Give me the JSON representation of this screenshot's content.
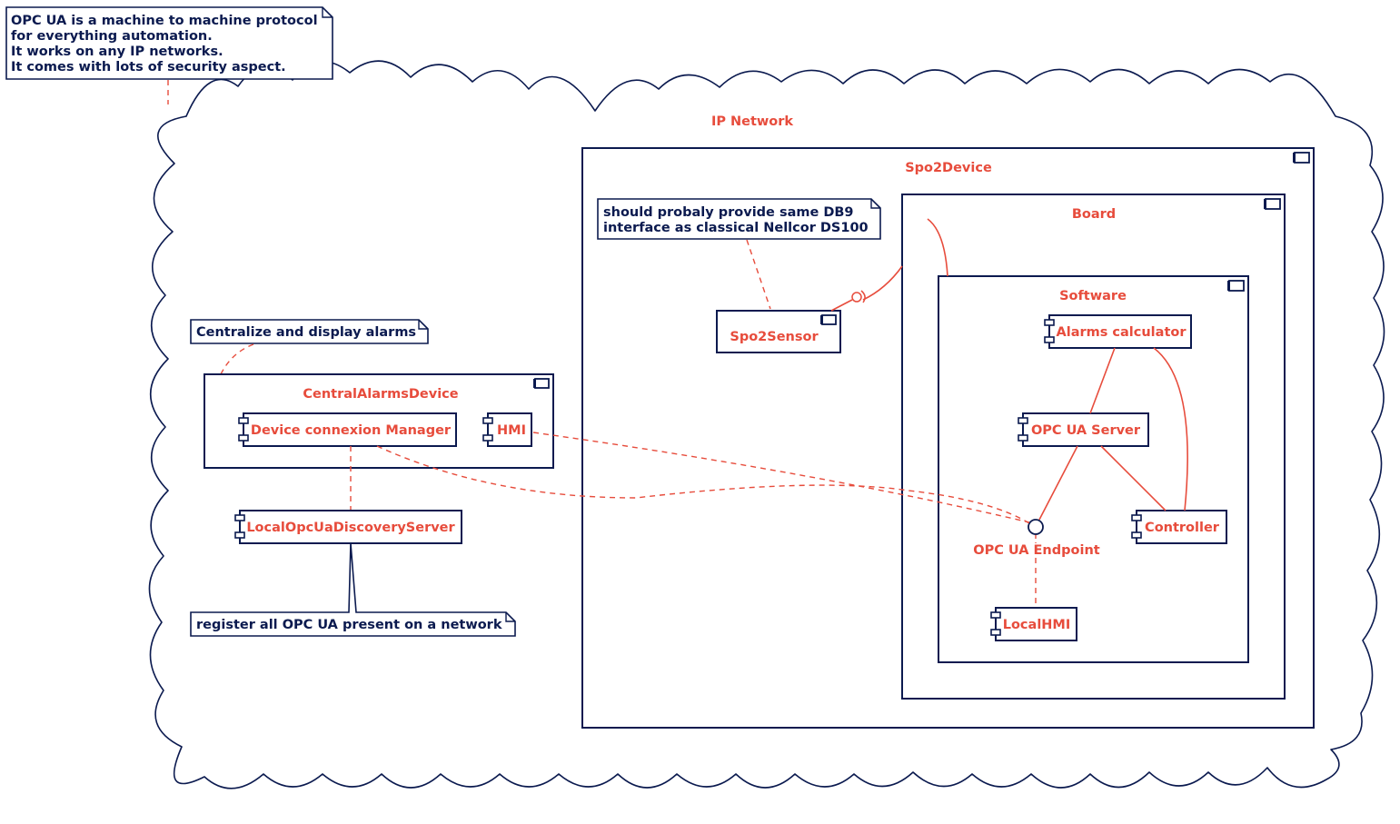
{
  "colors": {
    "frame": "#0b1a4f",
    "label": "#e74c3c",
    "background": "#ffffff"
  },
  "notes": {
    "opc_ua": [
      "OPC UA is a machine to machine protocol",
      "for everything automation.",
      "It works on any IP networks.",
      "It comes with lots of security aspect."
    ],
    "db9": [
      "should probaly provide same DB9",
      "interface as classical Nellcor DS100"
    ],
    "centralize": "Centralize and display alarms",
    "register": "register all OPC UA present on a network"
  },
  "nodes": {
    "ip_network": "IP Network",
    "spo2device": "Spo2Device",
    "board": "Board",
    "software": "Software",
    "spo2sensor": "Spo2Sensor",
    "central_alarms_device": "CentralAlarmsDevice"
  },
  "components": {
    "device_connexion_manager": "Device connexion Manager",
    "hmi": "HMI",
    "local_discovery_server": "LocalOpcUaDiscoveryServer",
    "alarms_calculator": "Alarms calculator",
    "opc_ua_server": "OPC UA Server",
    "controller": "Controller",
    "local_hmi": "LocalHMI"
  },
  "interfaces": {
    "opc_ua_endpoint": "OPC UA Endpoint"
  }
}
